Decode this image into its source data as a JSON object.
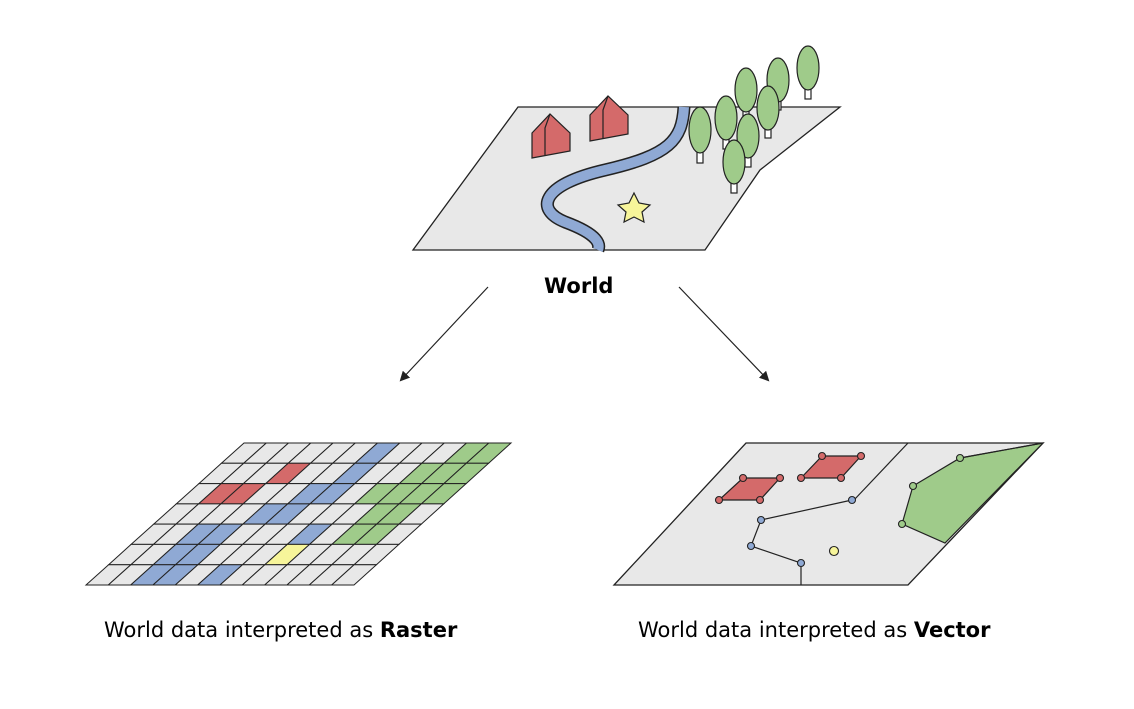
{
  "labels": {
    "world": "World",
    "raster_prefix": "World data interpreted as",
    "raster_emphasis": "Raster",
    "vector_prefix": "World data interpreted as",
    "vector_emphasis": "Vector"
  },
  "colors": {
    "ground": "#e8e8e8",
    "house": "#d46a6a",
    "river": "#8fa9d4",
    "tree": "#9fcb8a",
    "star": "#f7f59a",
    "outline": "#222222"
  }
}
